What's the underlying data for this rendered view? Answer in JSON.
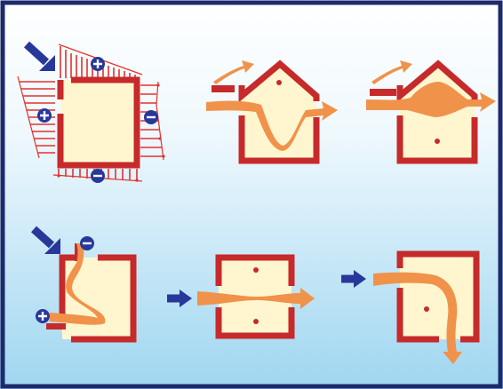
{
  "colors": {
    "background_top": "#ffffff",
    "background_bottom": "#9fd6f0",
    "border": "#1d2a6b",
    "wall": "#c62a2b",
    "room_fill": "#fff6cf",
    "airflow": "#f1924a",
    "wind_arrow": "#28389a",
    "pressure_lines": "#e2322e",
    "pressure_sign": "#28389a"
  },
  "panels": [
    {
      "id": "pressure-distribution",
      "icons": [
        "wind-arrow-icon",
        "plus-icon",
        "minus-icon",
        "pressure-lines"
      ]
    },
    {
      "id": "gable-house-low-inlet",
      "icons": [
        "airflow-stream",
        "room-marker-dot"
      ]
    },
    {
      "id": "gable-house-high-inlet",
      "icons": [
        "airflow-stream",
        "room-marker-dot"
      ]
    },
    {
      "id": "corner-openings-plan",
      "icons": [
        "wind-arrow-icon",
        "plus-icon",
        "minus-icon",
        "airflow-stream"
      ]
    },
    {
      "id": "cross-ventilation-plan",
      "icons": [
        "wind-arrow-icon",
        "airflow-stream",
        "room-marker-dot"
      ]
    },
    {
      "id": "side-outlet-plan",
      "icons": [
        "wind-arrow-icon",
        "airflow-stream",
        "room-marker-dot"
      ]
    }
  ]
}
